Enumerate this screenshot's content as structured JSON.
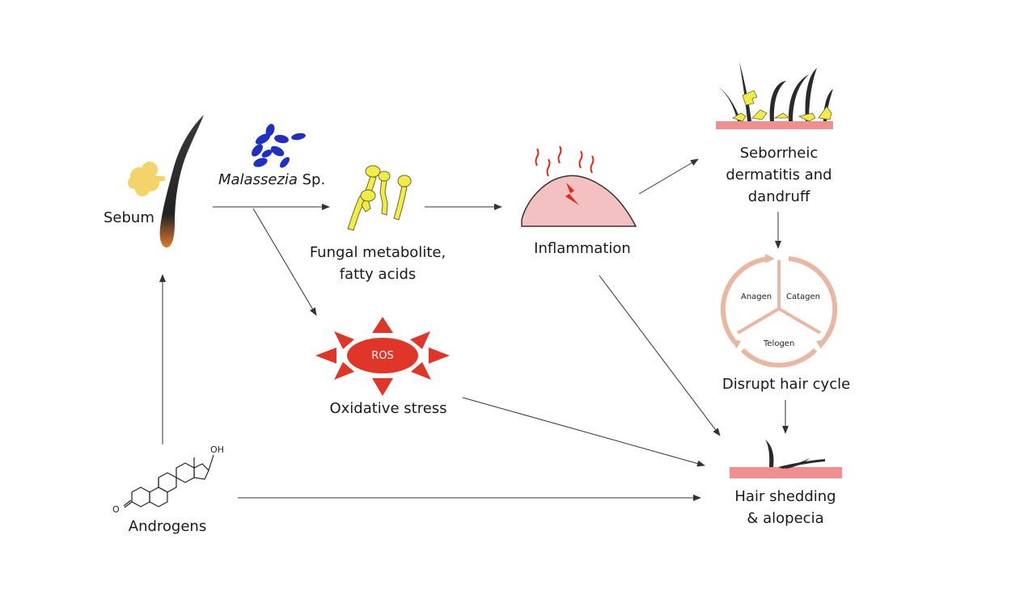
{
  "nodes": {
    "sebum": "Sebum",
    "malassezia": {
      "italic": "Malassezia",
      "rest": " Sp."
    },
    "fungal": [
      "Fungal metabolite,",
      "fatty acids"
    ],
    "inflammation": "Inflammation",
    "seborrheic": [
      "Seborrheic",
      "dermatitis and",
      "dandruff"
    ],
    "hair_cycle": {
      "label": "Disrupt hair cycle",
      "phases": [
        "Anagen",
        "Catagen",
        "Telogen"
      ]
    },
    "ros": {
      "badge": "ROS",
      "label": "Oxidative stress"
    },
    "androgens": {
      "label": "Androgens",
      "oh": "OH",
      "o": "O"
    },
    "shedding": [
      "Hair shedding",
      "& alopecia"
    ]
  },
  "colors": {
    "sebum_yellow": "#f4d36a",
    "fungus_yellow": "#f2ec47",
    "malassezia_blue": "#1f2fc2",
    "inflamed_pink": "#f3c1c1",
    "lightning_red": "#e0281c",
    "ros_red": "#e0362a",
    "skin_pink": "#ef8f8f",
    "cycle_peach": "#e9b8a3",
    "arrow_gray": "#333333"
  }
}
